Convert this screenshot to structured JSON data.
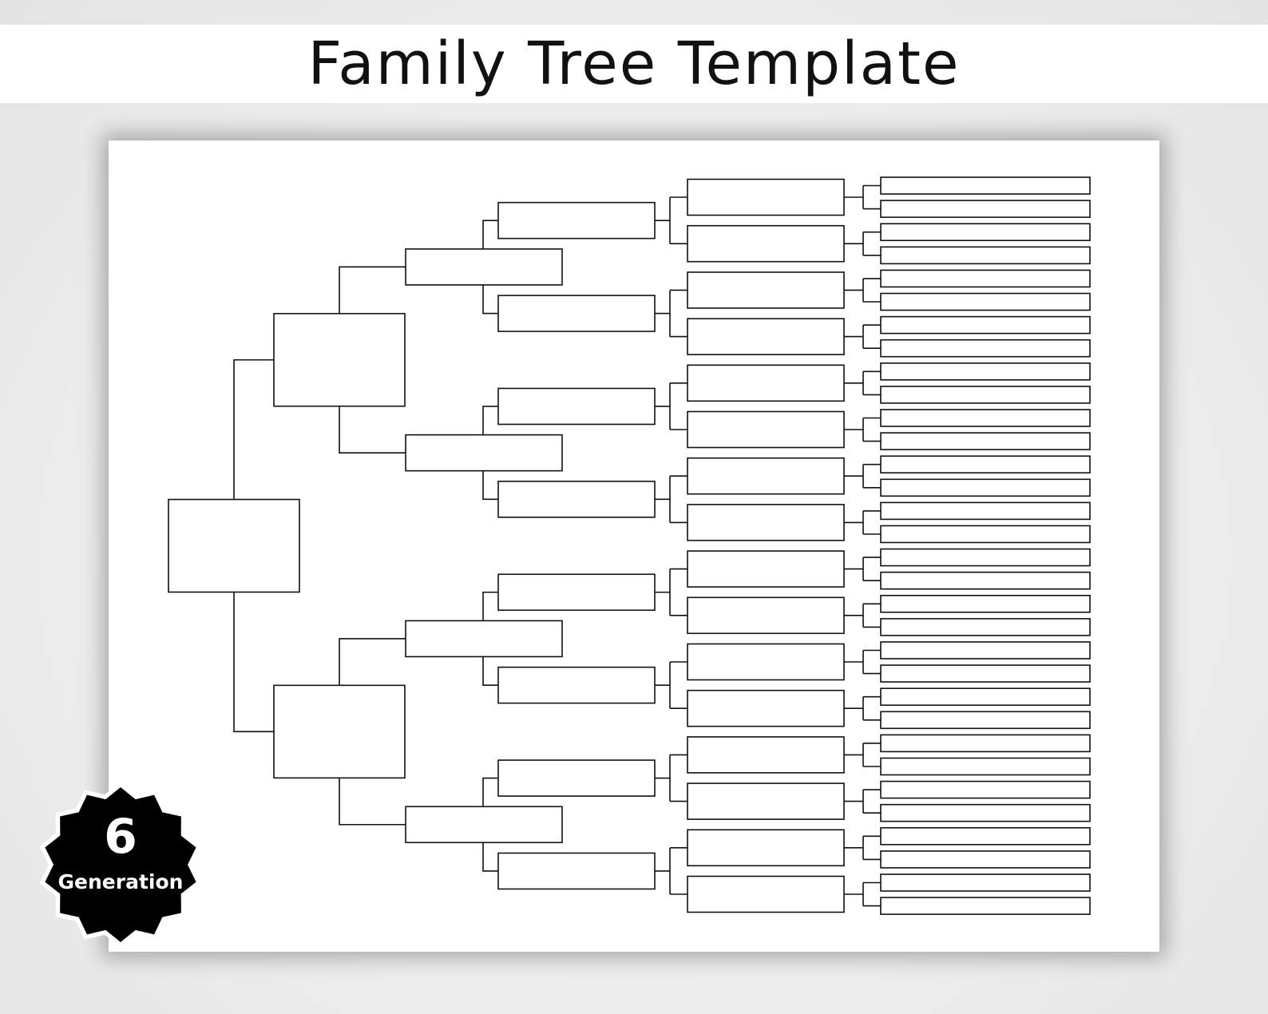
{
  "title": "Family Tree Template",
  "badge": {
    "number": "6",
    "label": "Generation"
  },
  "tree": {
    "generations": 6,
    "boxes_per_generation": [
      1,
      2,
      4,
      8,
      16,
      32
    ],
    "line_color": "#111111",
    "box_fill": "#ffffff"
  },
  "colors": {
    "background": "#ececec",
    "sheet": "#ffffff",
    "badge": "#000000",
    "badge_outline": "#ffffff"
  }
}
